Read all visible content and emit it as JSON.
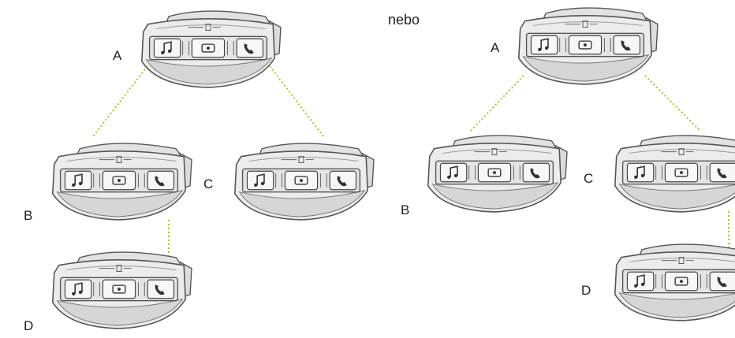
{
  "separator_word": "nebo",
  "colors": {
    "connector": "#a4c23a",
    "device_fill": "#e9e9e9",
    "device_outline": "#555555",
    "button_fill": "#f7f7f7",
    "label_text": "#222222"
  },
  "device": {
    "icons": [
      "music-note-icon",
      "intercom-icon",
      "phone-icon"
    ]
  },
  "diagrams": [
    {
      "name": "variant-1",
      "nodes": [
        {
          "id": "A",
          "label": "A"
        },
        {
          "id": "B",
          "label": "B"
        },
        {
          "id": "C",
          "label": "C"
        },
        {
          "id": "D",
          "label": "D"
        }
      ],
      "edges": [
        {
          "from": "A",
          "to": "B"
        },
        {
          "from": "A",
          "to": "C"
        },
        {
          "from": "B",
          "to": "D"
        }
      ]
    },
    {
      "name": "variant-2",
      "nodes": [
        {
          "id": "A",
          "label": "A"
        },
        {
          "id": "B",
          "label": "B"
        },
        {
          "id": "C",
          "label": "C"
        },
        {
          "id": "D",
          "label": "D"
        }
      ],
      "edges": [
        {
          "from": "A",
          "to": "B"
        },
        {
          "from": "A",
          "to": "C"
        },
        {
          "from": "C",
          "to": "D"
        }
      ]
    }
  ]
}
